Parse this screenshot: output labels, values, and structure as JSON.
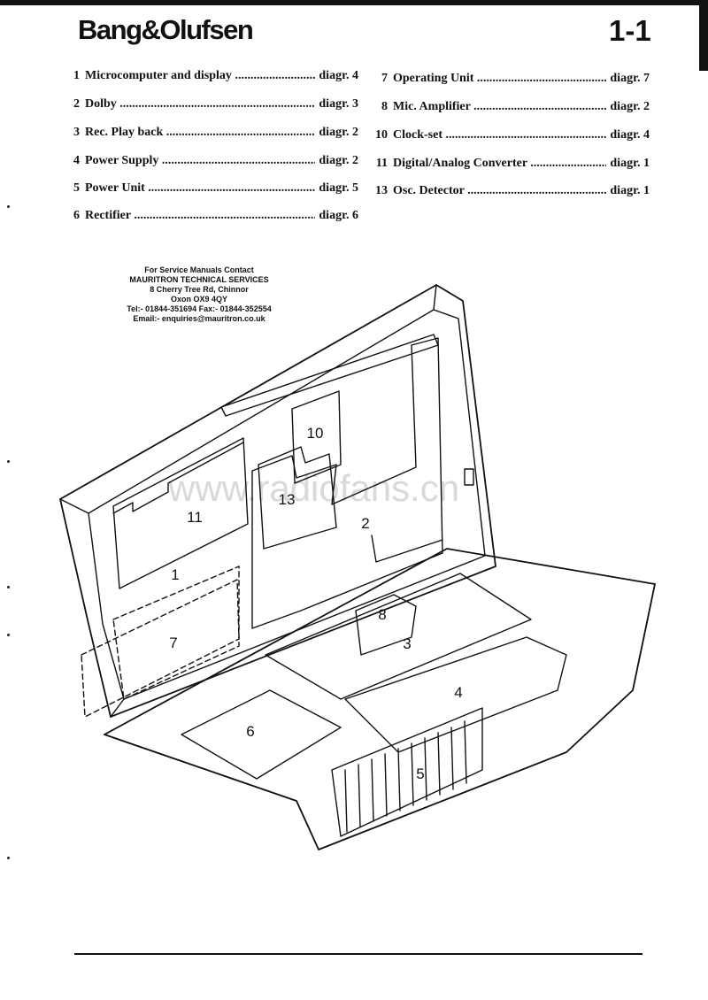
{
  "header": {
    "brand": "Bang&Olufsen",
    "page_number": "1-1"
  },
  "index": {
    "left": [
      {
        "num": "1",
        "label": "Microcomputer and display",
        "ref": "diagr. 4"
      },
      {
        "num": "2",
        "label": "Dolby",
        "ref": "diagr. 3"
      },
      {
        "num": "3",
        "label": "Rec. Play back",
        "ref": "diagr. 2"
      },
      {
        "num": "4",
        "label": "Power Supply",
        "ref": "diagr. 2"
      },
      {
        "num": "5",
        "label": "Power Unit",
        "ref": "diagr. 5"
      },
      {
        "num": "6",
        "label": "Rectifier",
        "ref": "diagr. 6"
      }
    ],
    "right": [
      {
        "num": "7",
        "label": "Operating Unit",
        "ref": "diagr. 7"
      },
      {
        "num": "8",
        "label": "Mic. Amplifier",
        "ref": "diagr. 2"
      },
      {
        "num": "10",
        "label": "Clock-set",
        "ref": "diagr. 4"
      },
      {
        "num": "11",
        "label": "Digital/Analog Converter",
        "ref": "diagr. 1"
      },
      {
        "num": "13",
        "label": "Osc. Detector",
        "ref": "diagr. 1"
      }
    ]
  },
  "contact": {
    "line1": "For Service Manuals Contact",
    "line2": "MAURITRON TECHNICAL SERVICES",
    "line3": "8 Cherry Tree Rd, Chinnor",
    "line4": "Oxon OX9 4QY",
    "line5": "Tel:- 01844-351694 Fax:- 01844-352554",
    "line6": "Email:- enquiries@mauritron.co.uk"
  },
  "watermark": "www.radiofans.cn",
  "diagram": {
    "callouts": {
      "c1": "1",
      "c2": "2",
      "c3": "3",
      "c4": "4",
      "c5": "5",
      "c6": "6",
      "c7": "7",
      "c8": "8",
      "c10": "10",
      "c11": "11",
      "c13": "13"
    }
  }
}
